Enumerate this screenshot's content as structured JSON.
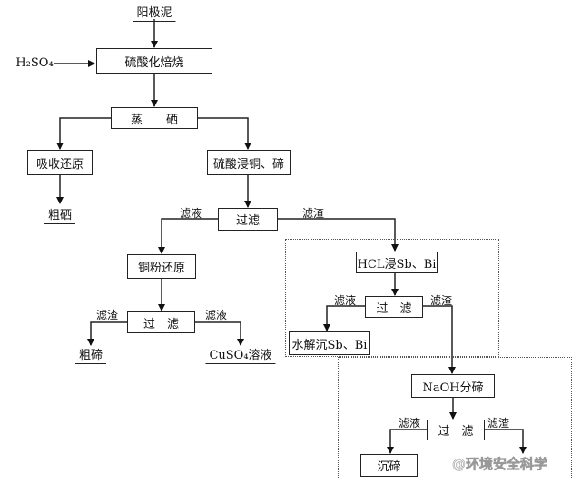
{
  "input": "阳极泥",
  "reagent": "H₂SO₄",
  "steps": {
    "roast": "硫酸化焙烧",
    "distill_se": "蒸　　硒",
    "absorb_reduce": "吸收还原",
    "crude_se": "粗硒",
    "leach_cu_te": "硫酸浸铜、碲",
    "filter1": "过滤",
    "cu_powder_reduce": "铜粉还原",
    "filter2": "过　滤",
    "crude_te": "粗碲",
    "cuso4": "CuSO₄溶液",
    "hcl_leach": "HCL浸Sb、Bi",
    "filter3": "过　滤",
    "hydrolysis": "水解沉Sb、Bi",
    "naoh": "NaOH分碲",
    "filter4": "过　滤",
    "precip_te": "沉碲"
  },
  "labels": {
    "filtrate": "滤液",
    "residue": "滤渣"
  },
  "watermark": "@环境安全科学"
}
